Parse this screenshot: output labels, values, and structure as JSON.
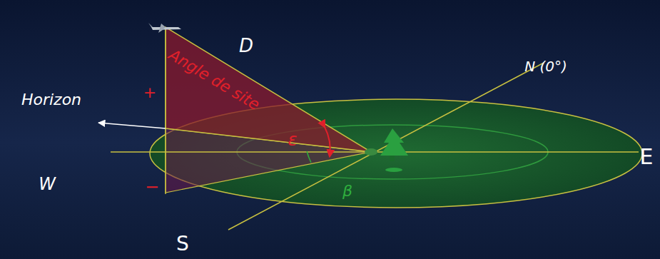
{
  "diagram": {
    "labels": [
      "D",
      "Angle de site",
      "ε",
      "Horizon",
      "+",
      "N (0°)",
      "W",
      "E",
      "−",
      "S",
      "β"
    ]
  }
}
